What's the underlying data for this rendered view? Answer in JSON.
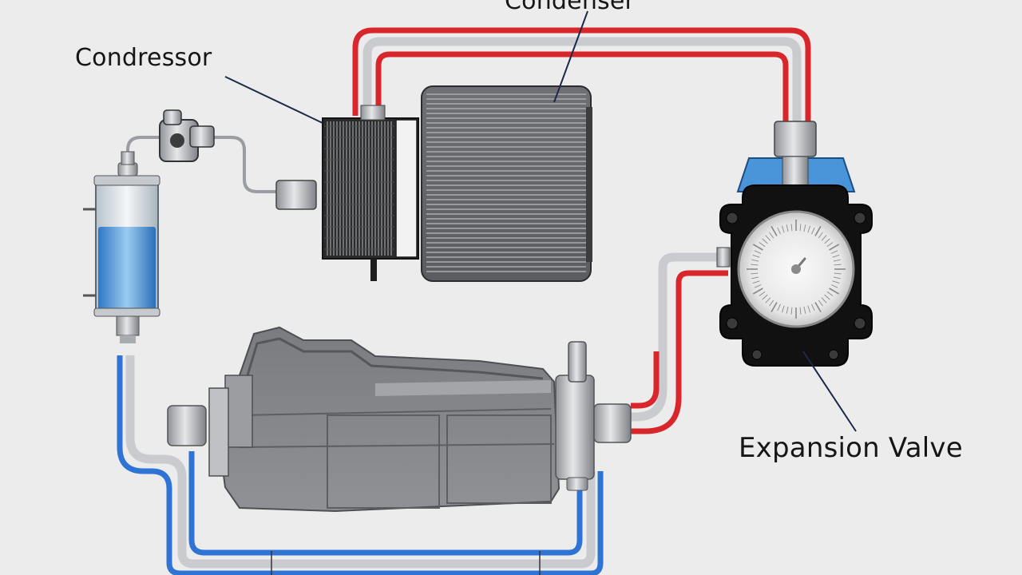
{
  "labels": {
    "compressor": "Condressor",
    "condenser": "Condenser",
    "expansion_valve": "Expansion Valve"
  },
  "colors": {
    "background": "#ececec",
    "hot_line": "#d8262b",
    "cold_line": "#2f73d4",
    "pipe_silver": "#c9cbcf",
    "fluid_blue": "#4a94d9",
    "valve_body": "#111111"
  },
  "gauge": {
    "ticks": 60
  }
}
